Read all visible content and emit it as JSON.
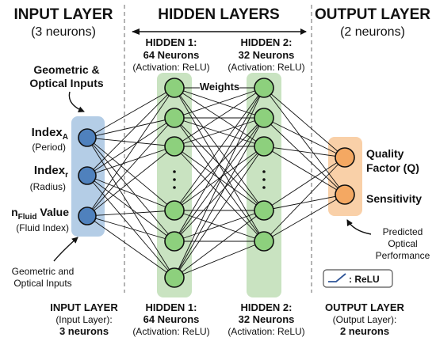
{
  "header": {
    "input_title": "INPUT LAYER",
    "input_sub": "(3 neurons)",
    "hidden_title": "HIDDEN LAYERS",
    "output_title": "OUTPUT LAYER",
    "output_sub": "(2 neurons)"
  },
  "hidden1": {
    "title": "HIDDEN 1:",
    "neurons": "64 Neurons",
    "activation": "(Activation: ReLU)"
  },
  "hidden2": {
    "title": "HIDDEN 2:",
    "neurons": "32 Neurons",
    "activation": "(Activation: ReLU)"
  },
  "weights_label": "Weights",
  "inputs": {
    "caption_top_1": "Geometric &",
    "caption_top_2": "Optical Inputs",
    "index_a_main": "Index",
    "index_a_sub": "A",
    "index_a_desc": "(Period)",
    "index_r_main": "Index",
    "index_r_sub": "r",
    "index_r_desc": "(Radius)",
    "n_main": "n",
    "n_sub": "Fluid",
    "n_tail": " Value",
    "n_desc": "(Fluid Index)",
    "caption_bottom_1": "Geometric and",
    "caption_bottom_2": "Optical Inputs"
  },
  "outputs": {
    "quality_1": "Quality",
    "quality_2": "Factor (Q)",
    "sensitivity": "Sensitivity",
    "predicted_1": "Predicted",
    "predicted_2": "Optical",
    "predicted_3": "Performance"
  },
  "legend": {
    "relu": ": ReLU"
  },
  "footer": {
    "input_1": "INPUT LAYER",
    "input_2": "(Input Layer):",
    "input_3": "3 neurons",
    "h1_1": "HIDDEN 1:",
    "h1_2": "64 Neurons",
    "h1_3": "(Activation: ReLU)",
    "h2_1": "HIDDEN 2:",
    "h2_2": "32 Neurons",
    "h2_3": "(Activation: ReLU)",
    "out_1": "OUTPUT LAYER",
    "out_2": "(Output Layer):",
    "out_3": "2 neurons"
  },
  "colors": {
    "input_band": "#b4cde6",
    "input_node": "#4f81bd",
    "hidden_band": "#c9e3c1",
    "hidden_node": "#8dd07d",
    "output_band": "#f9d0a8",
    "output_node": "#f4a862",
    "divider": "#8c8c8c"
  }
}
